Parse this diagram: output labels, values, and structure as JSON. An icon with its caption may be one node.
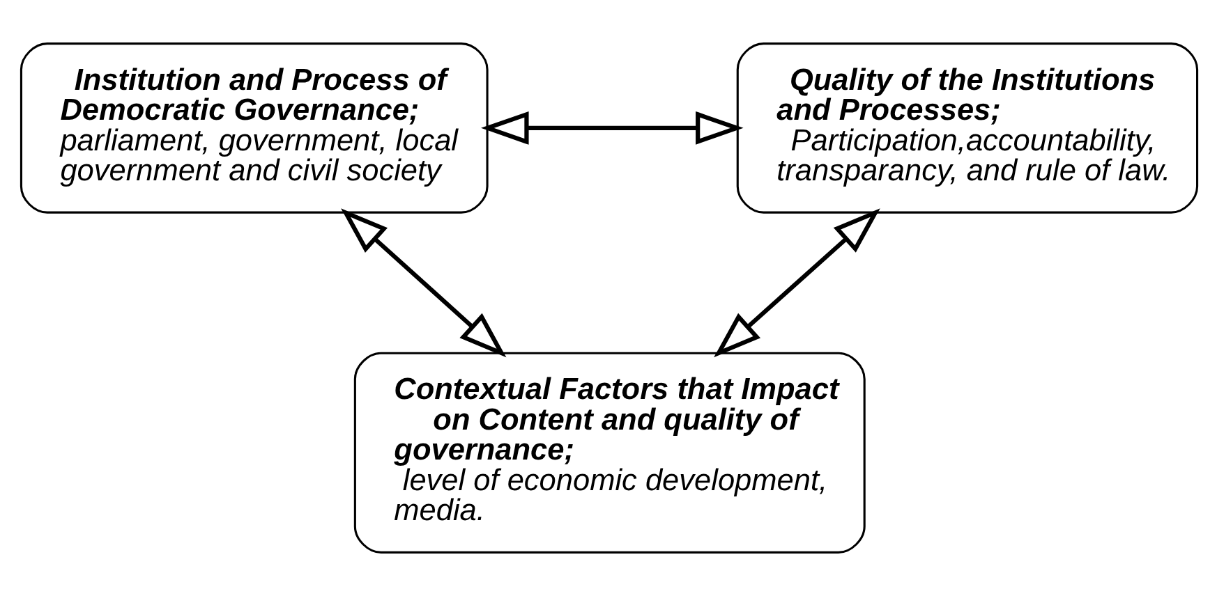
{
  "diagram": {
    "nodes": [
      {
        "text": [
          "Institution and Process of Democratic Governance;",
          "parliament, government, local government and civil society"
        ]
      },
      {
        "text": [
          "Quality of the Institutions and Processes;",
          "Participation,accountability, transparancy, and rule of law."
        ]
      },
      {
        "text": [
          "Contextual Factors that Impact on Content and quality of governance;",
          "level of economic development, media."
        ]
      }
    ],
    "edges": [
      {
        "from": 0,
        "to": 1,
        "arrow": "both"
      },
      {
        "from": 0,
        "to": 2,
        "arrow": "both"
      },
      {
        "from": 1,
        "to": 2,
        "arrow": "both"
      }
    ]
  }
}
